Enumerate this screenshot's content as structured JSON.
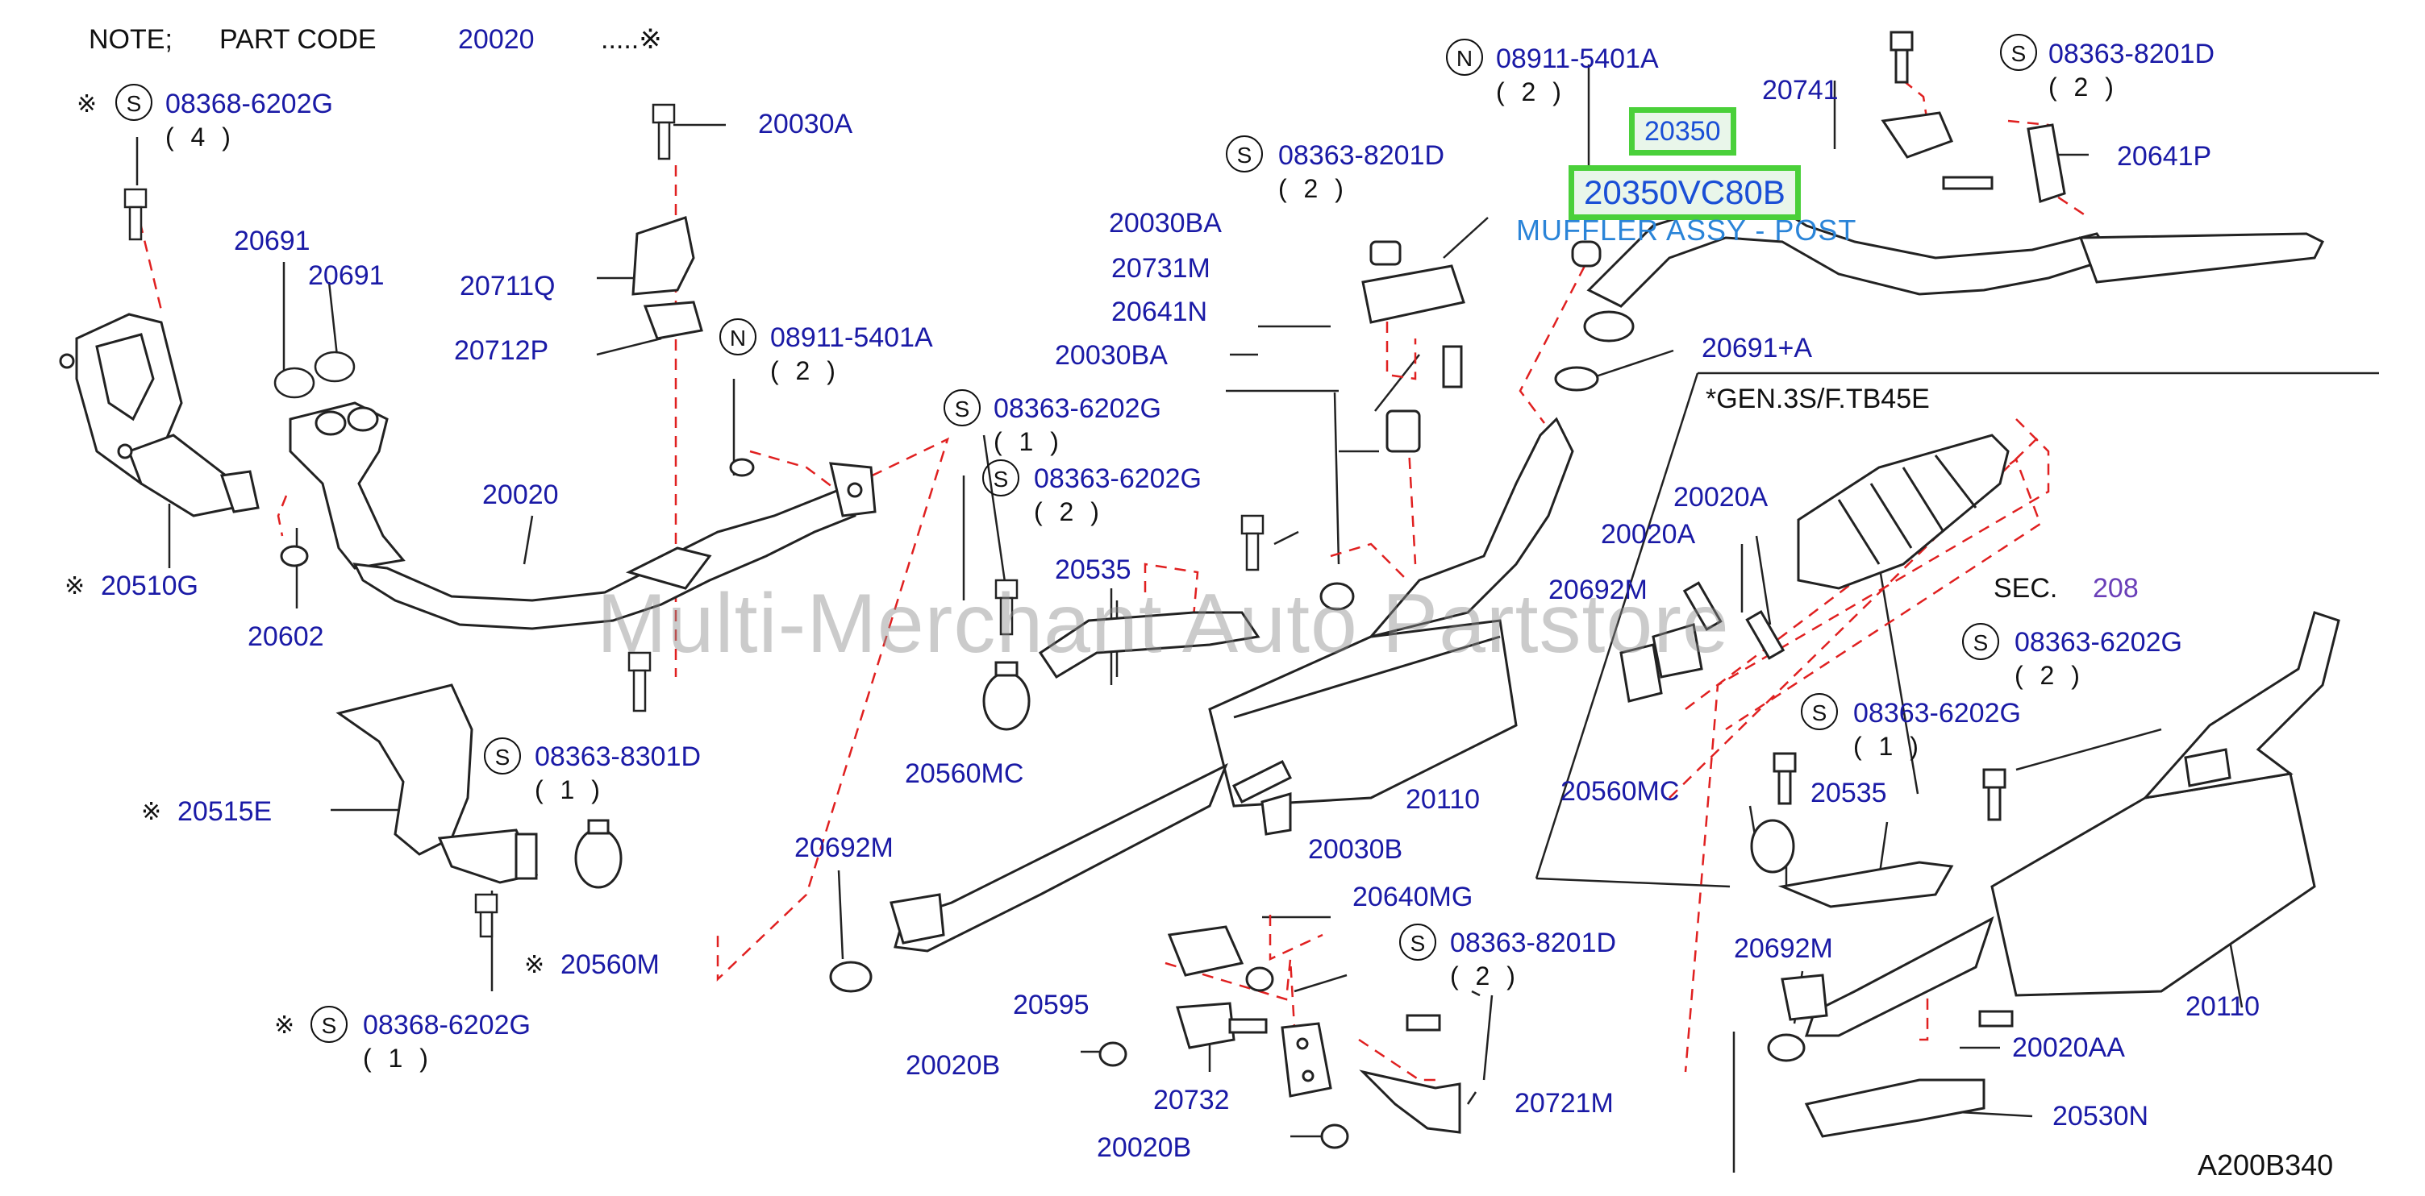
{
  "note": {
    "prefix": "NOTE;",
    "part_code_label": "PART  CODE",
    "part_code": "20020",
    "suffix": ".....※"
  },
  "labels": {
    "p20691a": "20691",
    "p20691b": "20691",
    "p20510g": "20510G",
    "p20602": "20602",
    "p20020": "20020",
    "p20030a": "20030A",
    "p20711q": "20711Q",
    "p20712p": "20712P",
    "p20515e": "20515E",
    "p20560m": "20560M",
    "p20030ba1": "20030BA",
    "p20731m": "20731M",
    "p20641n": "20641N",
    "p20030ba2": "20030BA",
    "p20535a": "20535",
    "p20560mc1": "20560MC",
    "p20692m1": "20692M",
    "p20110a": "20110",
    "p20030b": "20030B",
    "p20640mg": "20640MG",
    "p20595": "20595",
    "p20020b1": "20020B",
    "p20732": "20732",
    "p20020b2": "20020B",
    "p20721m": "20721M",
    "p20741": "20741",
    "p20641p": "20641P",
    "p20691a_plus": "20691+A",
    "p20020a1": "20020A",
    "p20020a2": "20020A",
    "p20692m2": "20692M",
    "p20560mc2": "20560MC",
    "p20535b": "20535",
    "p20692m3": "20692M",
    "p20020aa": "20020AA",
    "p20530n": "20530N",
    "p20110b": "20110"
  },
  "fasteners": {
    "f1": {
      "code": "08368-6202G",
      "qty": "( 4 )",
      "type": "S"
    },
    "f2": {
      "code": "08911-5401A",
      "qty": "( 2 )",
      "type": "N"
    },
    "f3": {
      "code": "08363-8301D",
      "qty": "( 1 )",
      "type": "S"
    },
    "f4": {
      "code": "08368-6202G",
      "qty": "( 1 )",
      "type": "S"
    },
    "f5": {
      "code": "08363-6202G",
      "qty": "( 1 )",
      "type": "S"
    },
    "f6": {
      "code": "08363-6202G",
      "qty": "( 2 )",
      "type": "S"
    },
    "f7": {
      "code": "08363-8201D",
      "qty": "( 2 )",
      "type": "S"
    },
    "f8": {
      "code": "08911-5401A",
      "qty": "( 2 )",
      "type": "N"
    },
    "f9": {
      "code": "08363-8201D",
      "qty": "( 2 )",
      "type": "S"
    },
    "f10": {
      "code": "08363-8201D",
      "qty": "( 2 )",
      "type": "S"
    },
    "f11": {
      "code": "08363-6202G",
      "qty": "( 2 )",
      "type": "S"
    },
    "f12": {
      "code": "08363-6202G",
      "qty": "( 1 )",
      "type": "S"
    }
  },
  "highlight": {
    "part": "20350",
    "code": "20350VC80B",
    "name": "MUFFLER ASSY - POST"
  },
  "gen_note": "*GEN.3S/F.TB45E",
  "sec": {
    "label": "SEC.",
    "number": "208"
  },
  "diagram_id": "A200B340",
  "watermark": "Multi-Merchant Auto Partstore",
  "marks": {
    "asterisk": "※"
  },
  "colors": {
    "label": "#1a1aa6",
    "highlight_border": "#4ad03a",
    "callout": "#2a84d8",
    "dashes": "#e02020"
  }
}
